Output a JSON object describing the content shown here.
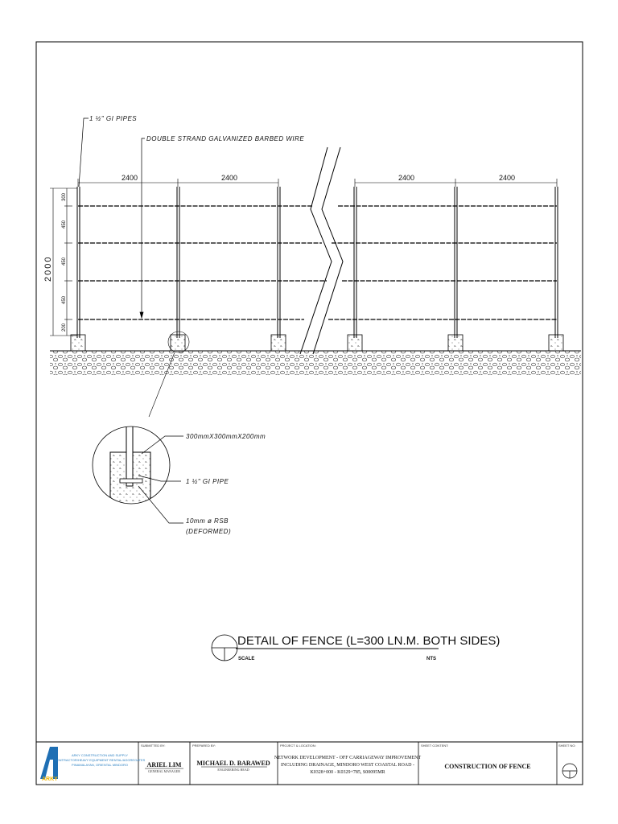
{
  "labels": {
    "gi_pipes": "1 ½\" GI PIPES",
    "barbed_wire": "DOUBLE STRAND GALVANIZED BARBED WIRE",
    "span": "2400",
    "height": "2000",
    "seg_top": "300",
    "seg_mid1": "450",
    "seg_mid2": "450",
    "seg_mid3": "450",
    "seg_bot": "200"
  },
  "detail": {
    "footing": "300mmX300mmX200mm",
    "pipe": "1 ½\" GI PIPE",
    "rsb_line1": "10mm ø RSB",
    "rsb_line2": "(DEFORMED)"
  },
  "title": {
    "main": "DETAIL OF FENCE (L=300 LN.M. BOTH SIDES)",
    "scale_label": "SCALE",
    "scale_value": "NTS"
  },
  "title_block": {
    "logo_text": "ARKY",
    "company_line1": "ARKY CONSTRUCTION AND SUPPLY",
    "company_line2": "CONTRACTOR/HEAVY EQUIPMENT RENTAL/AGGREGATES",
    "company_line3": "PINAMALAYAN, ORIENTAL MINDORO",
    "submitted_hdr": "SUBMITTED BY:",
    "submitted_name": "ARIEL LIM",
    "submitted_role": "GENERAL MANAGER",
    "prepared_hdr": "PREPARED BY:",
    "prepared_name": "MICHAEL D. BARAWED",
    "prepared_role": "ENGINEERING HEAD",
    "project_hdr": "PROJECT & LOCATION:",
    "project_line1": "NETWORK DEVELOPMENT - OFF CARRIAGEWAY IMPROVEMENT",
    "project_line2": "INCLUDING DRAINAGE, MINDORO WEST COASTAL ROAD -",
    "project_line3": "K0328+000 - K0329+785, S00095MR",
    "content_hdr": "SHEET CONTENT:",
    "content_value": "CONSTRUCTION OF FENCE",
    "sheet_hdr": "SHEET NO:"
  }
}
